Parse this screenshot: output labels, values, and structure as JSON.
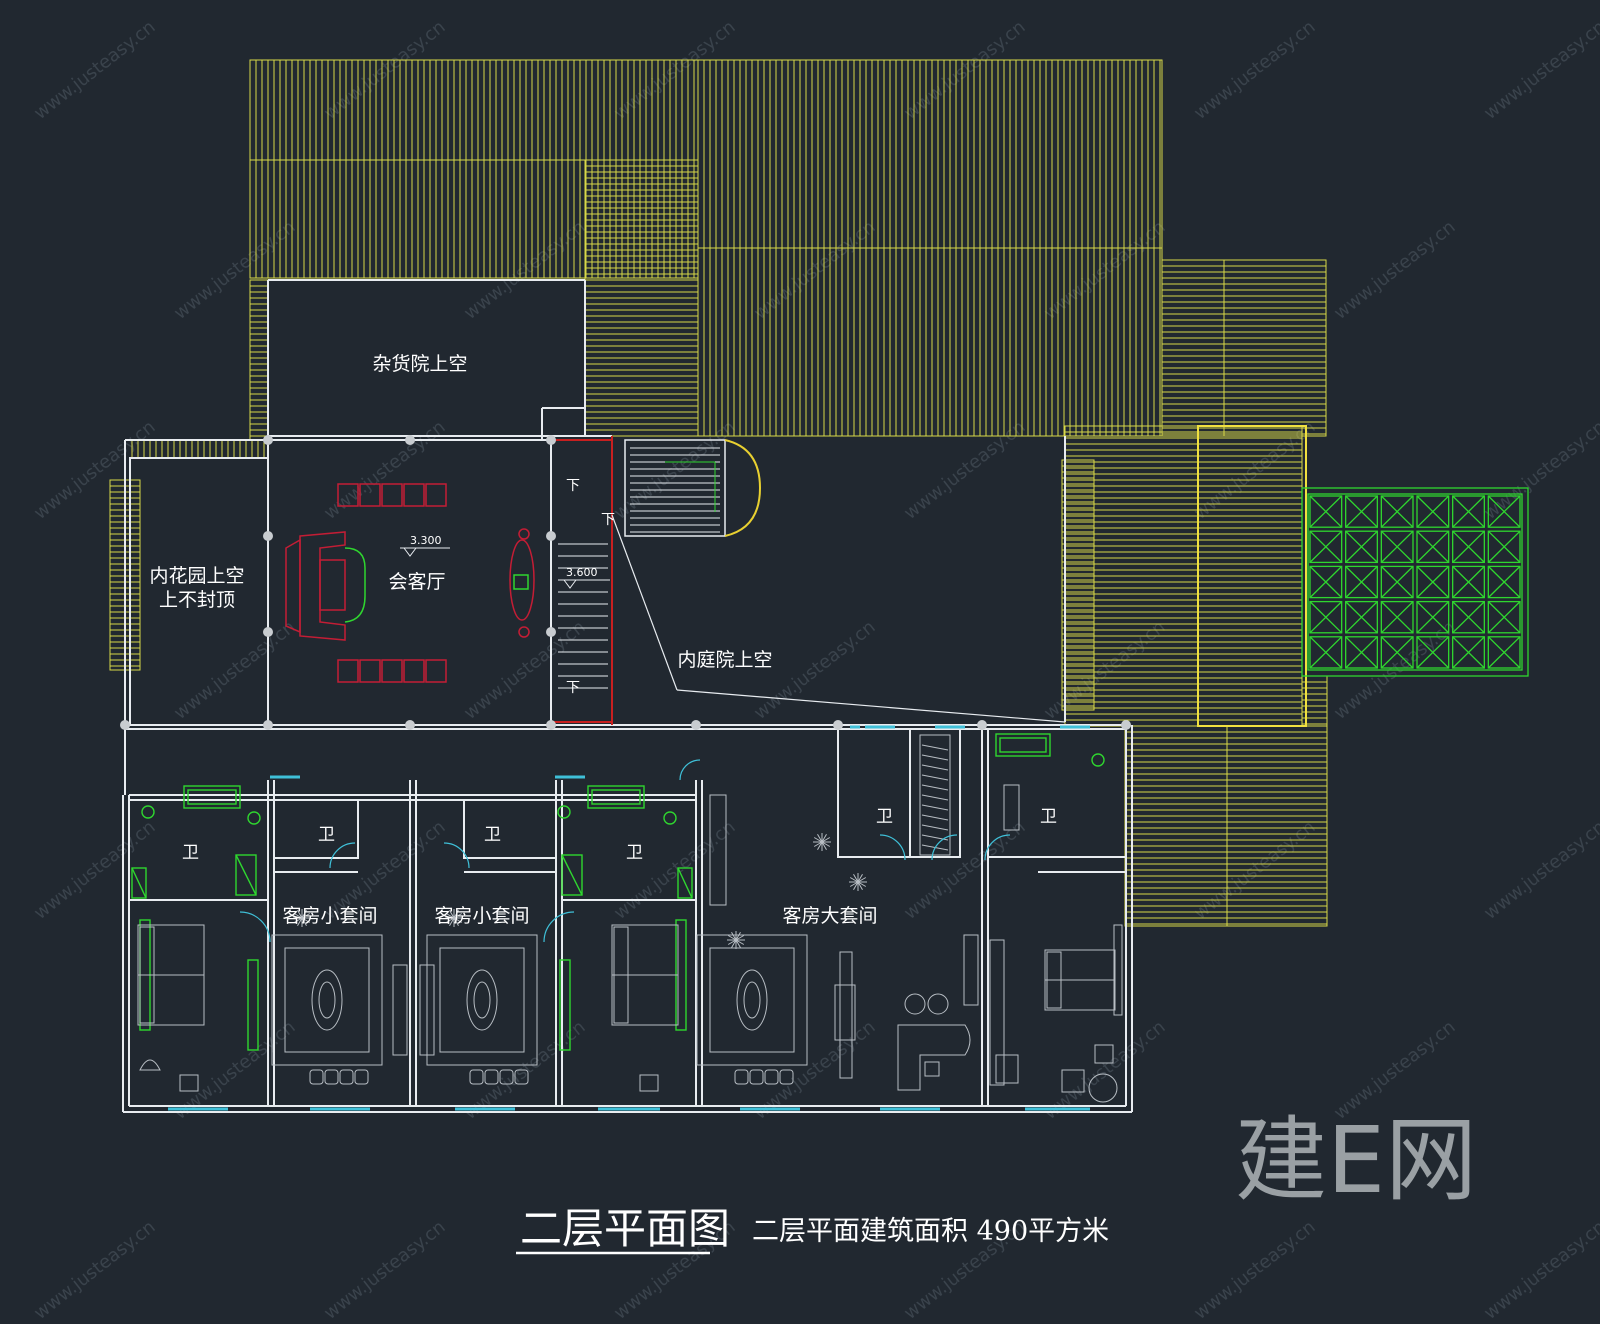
{
  "title": "二层平面图",
  "subtitle": "二层平面建筑面积  490平方米",
  "logo": "建E网",
  "watermark": "www.justeasy.cn",
  "rooms": {
    "storage_yard_void": "杂货院上空",
    "inner_garden_void_line1": "内花园上空",
    "inner_garden_void_line2": "上不封顶",
    "reception_hall": "会客厅",
    "inner_courtyard_void": "内庭院上空",
    "guest_small_suite_1": "客房小套间",
    "guest_small_suite_2": "客房小套间",
    "guest_large_suite": "客房大套间"
  },
  "bathroom_label": "卫",
  "stair_down_label": "下",
  "levels": [
    "3.300",
    "3.600"
  ],
  "colors": {
    "background": "#212830",
    "roof": "#d8d848",
    "wall": "#e8ecf0",
    "furniture": "#b8bec4",
    "sanitary": "#2fd62f",
    "sofa": "#c41d35",
    "glass": "#3fc0d8",
    "stair_rail": "#e8d030"
  }
}
